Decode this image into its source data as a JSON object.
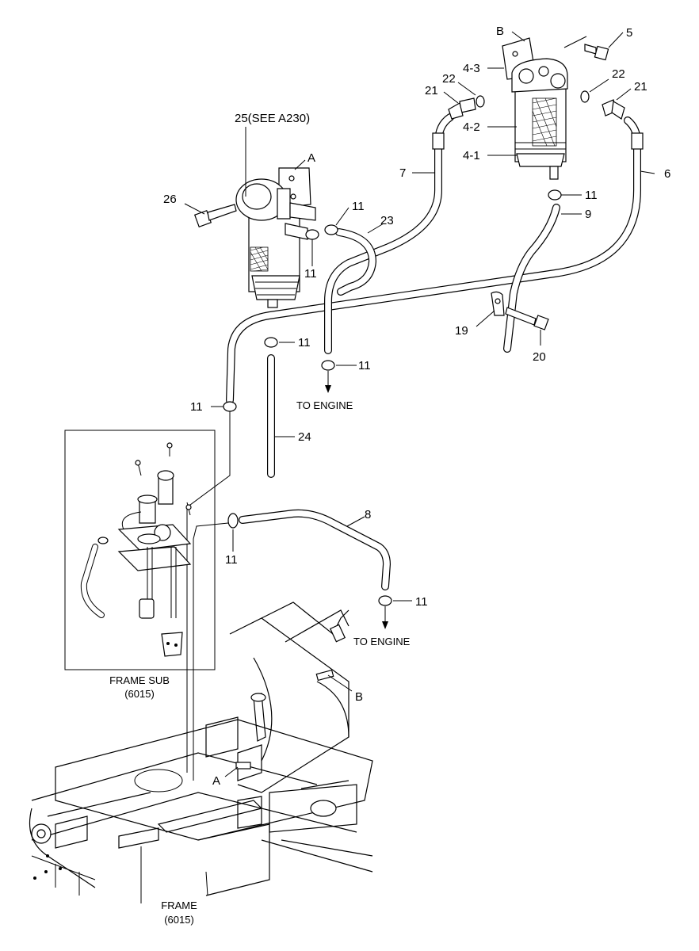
{
  "labels": {
    "filter_a_ref": "25(SEE A230)",
    "view_a": "A",
    "view_b": "B",
    "n5": "5",
    "n4_3": "4-3",
    "n4_2": "4-2",
    "n4_1": "4-1",
    "n21_left": "21",
    "n22_left": "22",
    "n22_right": "22",
    "n21_right": "21",
    "n26": "26",
    "n7": "7",
    "n6": "6",
    "n11_a": "11",
    "n11_b": "11",
    "n11_c": "11",
    "n11_d": "11",
    "n11_e": "11",
    "n11_f": "11",
    "n11_g": "11",
    "n11_h": "11",
    "n9": "9",
    "n23": "23",
    "n19": "19",
    "n20": "20",
    "n24": "24",
    "n8": "8",
    "to_engine_1": "TO ENGINE",
    "to_engine_2": "TO ENGINE",
    "frame_sub_title": "FRAME SUB",
    "frame_sub_code": "(6015)",
    "frame_title": "FRAME",
    "frame_code": "(6015)",
    "frame_b": "B",
    "frame_a": "A"
  }
}
